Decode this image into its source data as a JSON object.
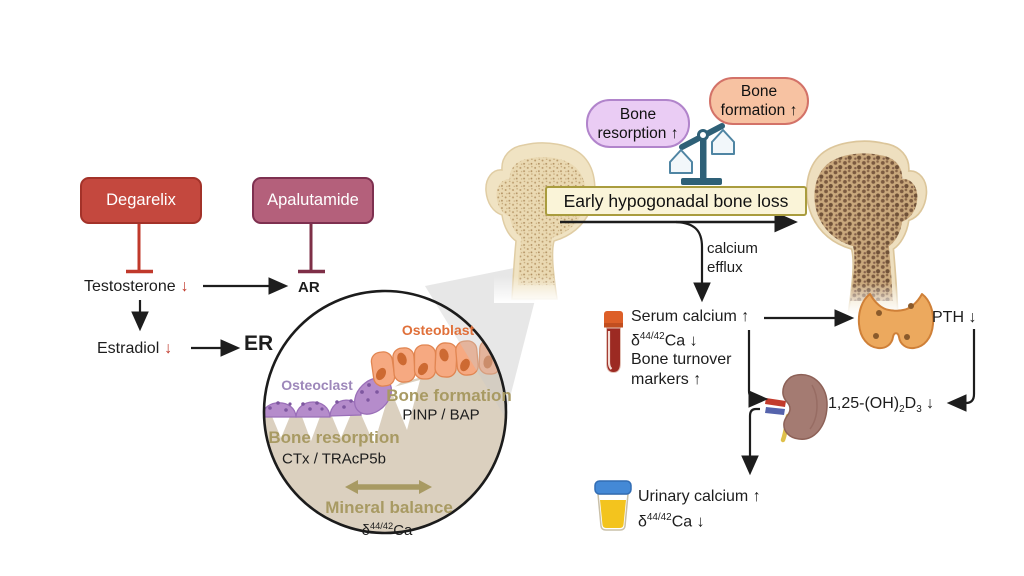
{
  "colors": {
    "degarelix_fill": "#c4483e",
    "degarelix_border": "#a33229",
    "apalutamide_fill": "#b4607b",
    "apalutamide_border": "#7e3050",
    "resorption_fill": "#eaccf4",
    "resorption_border": "#b184cb",
    "formation_fill": "#f7c2a2",
    "formation_border": "#d37268",
    "banner_fill": "#faf4d8",
    "banner_border": "#a99c3e",
    "khaki_text": "#a89a63",
    "osteoclast_label": "#9d87ba",
    "osteoblast_label": "#e0703a",
    "red_arrow": "#c0392b",
    "ink": "#1d1d1d"
  },
  "drugs": {
    "degarelix": "Degarelix",
    "apalutamide": "Apalutamide"
  },
  "pathway": {
    "testosterone": "Testosterone",
    "estradiol": "Estradiol",
    "down": "↓",
    "ar": "AR",
    "er": "ER"
  },
  "balance": {
    "resorption": [
      "Bone",
      "resorption ↑"
    ],
    "formation": [
      "Bone",
      "formation ↑"
    ]
  },
  "banner": {
    "text": "Early hypogonadal bone loss"
  },
  "efflux": {
    "line1": "calcium",
    "line2": "efflux"
  },
  "serum": {
    "line1": "Serum calcium ↑",
    "iso": {
      "base": "δ",
      "sup": "44/42",
      "tail": "Ca ↓"
    },
    "line3": "Bone turnover",
    "line4": "markers ↑"
  },
  "pth": {
    "label": "PTH ↓"
  },
  "vitd": {
    "p1": "1,25-(OH)",
    "s1": "2",
    "p2": "D",
    "s2": "3",
    "p3": " ↓"
  },
  "urinary": {
    "line1": "Urinary calcium ↑",
    "iso": {
      "base": "δ",
      "sup": "44/42",
      "tail": "Ca ↓"
    }
  },
  "micro": {
    "osteoblast": "Osteoblast",
    "osteoclast": "Osteoclast",
    "formation": "Bone formation",
    "formation_markers": "PINP / BAP",
    "resorption": "Bone resorption",
    "resorption_markers": "CTx / TRAcP5b",
    "mineral": "Mineral balance",
    "iso": {
      "base": "δ",
      "sup": "44/42",
      "tail": "Ca"
    }
  }
}
